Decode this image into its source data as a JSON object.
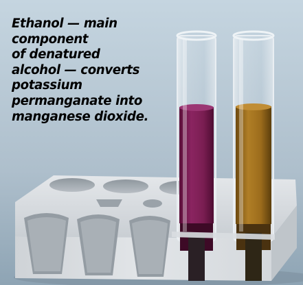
{
  "caption": {
    "lines": [
      "Ethanol — main",
      "component",
      "of denatured",
      "alcohol — converts",
      "potassium",
      "permanganate into",
      "manganese dioxide."
    ]
  },
  "colors": {
    "background_top": "#c3d3de",
    "background_bottom": "#92a7b7",
    "rack": "#dcdfe2",
    "permanganate_solution": "#7a1e52",
    "manganese_dioxide_suspension": "#a0701c",
    "caption_text": "#000000"
  }
}
